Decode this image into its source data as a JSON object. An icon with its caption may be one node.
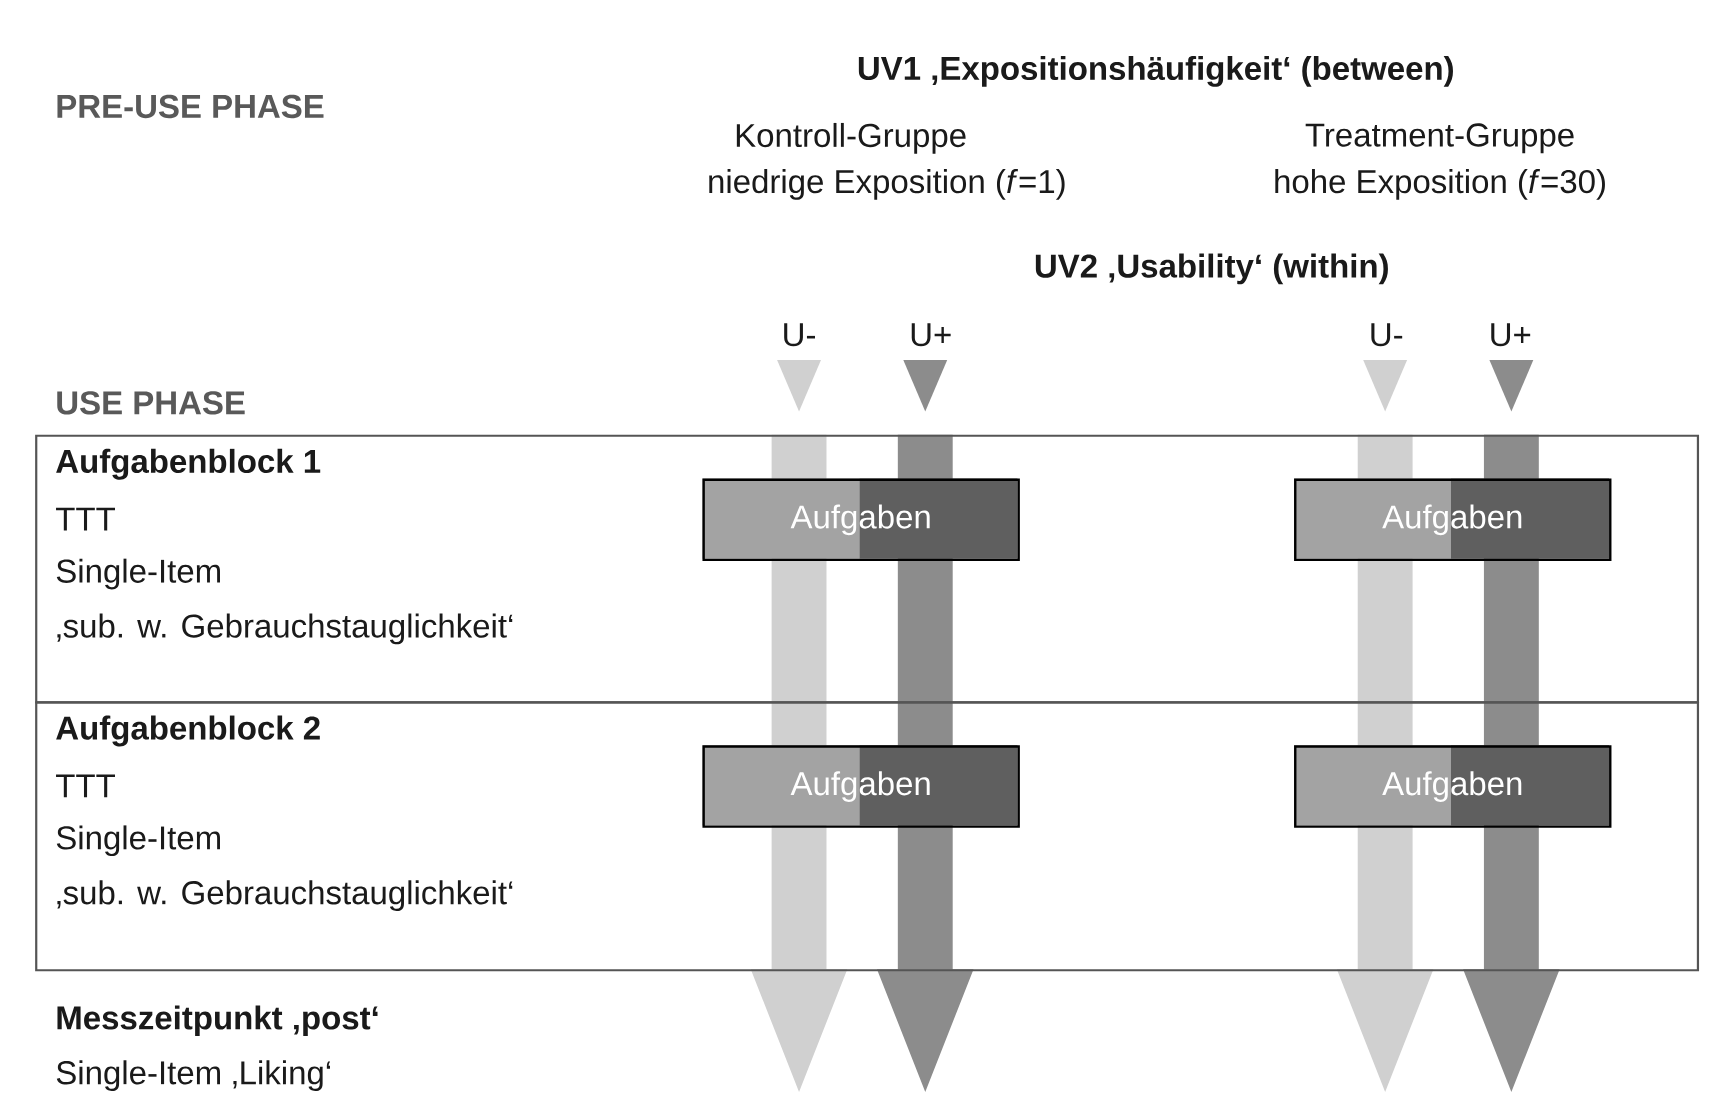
{
  "diagram": {
    "nodes": [
      {
        "text": [
          "Aufgabenblock 1",
          "TTT",
          "Single-Item",
          "‚sub. w. Gebrauchstauglichkeit‘"
        ]
      },
      {
        "text": [
          "Aufgabenblock 2",
          "TTT",
          "Single-Item",
          "‚sub. w. Gebrauchstauglichkeit‘"
        ]
      },
      {
        "text": [
          "Aufgaben"
        ],
        "in": 0
      },
      {
        "text": [
          "Aufgaben"
        ],
        "in": 0
      },
      {
        "text": [
          "Aufgaben"
        ],
        "in": 1
      },
      {
        "text": [
          "Aufgaben"
        ],
        "in": 1
      }
    ],
    "labels": [
      "PRE-USE PHASE",
      "UV1 ‚Expositionshäufigkeit‘ (between)",
      "Kontroll-Gruppe",
      "niedrige Exposition (*f*=1)",
      "Treatment-Gruppe",
      "hohe Exposition (*f*=30)",
      "UV2 ‚Usability‘ (within)",
      "U-",
      "U+",
      "U-",
      "U+",
      "USE PHASE",
      "Messzeitpunkt ‚post‘",
      "Single-Item ‚Liking‘"
    ]
  }
}
